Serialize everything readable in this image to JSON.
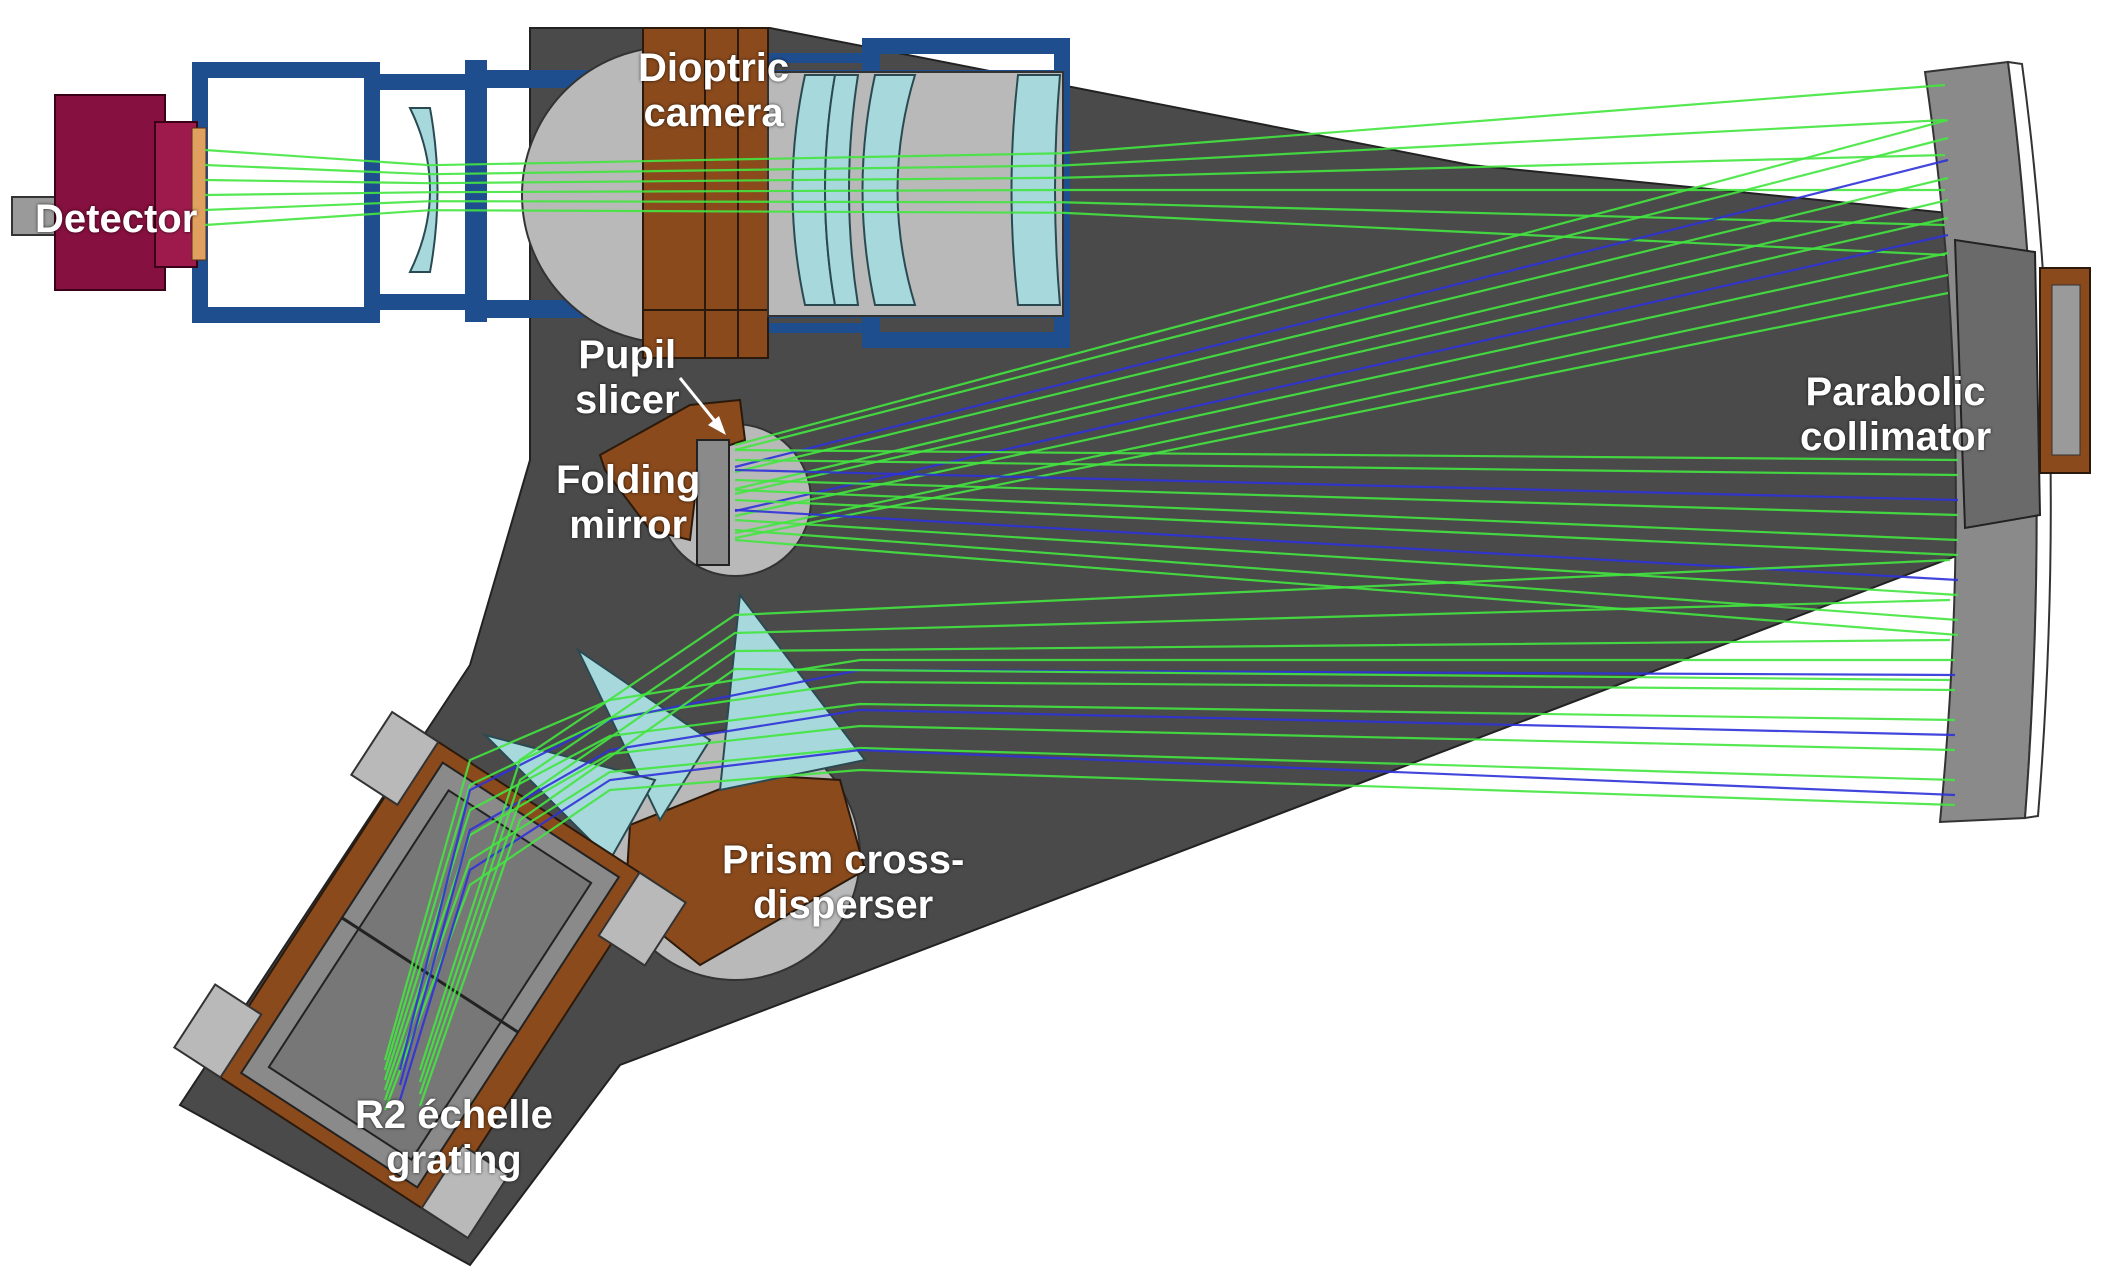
{
  "labels": {
    "detector": "Detector",
    "dioptric_camera": [
      "Dioptric",
      "camera"
    ],
    "pupil_slicer": [
      "Pupil",
      "slicer"
    ],
    "folding_mirror": [
      "Folding",
      "mirror"
    ],
    "parabolic_collimator": [
      "Parabolic",
      "collimator"
    ],
    "prism_cross_disperser": [
      "Prism cross-",
      "disperser"
    ],
    "echelle_grating": [
      "R2 échelle",
      "grating"
    ]
  },
  "colors": {
    "bench": "#4a4a4a",
    "mount_blue": "#1f4e8f",
    "bronze": "#8a4a1c",
    "glass": "#a6d8dc",
    "light_gray": "#b9b9b9",
    "detector": "#86103f",
    "ray_green": "#44e640",
    "ray_blue": "#2f32d8"
  }
}
